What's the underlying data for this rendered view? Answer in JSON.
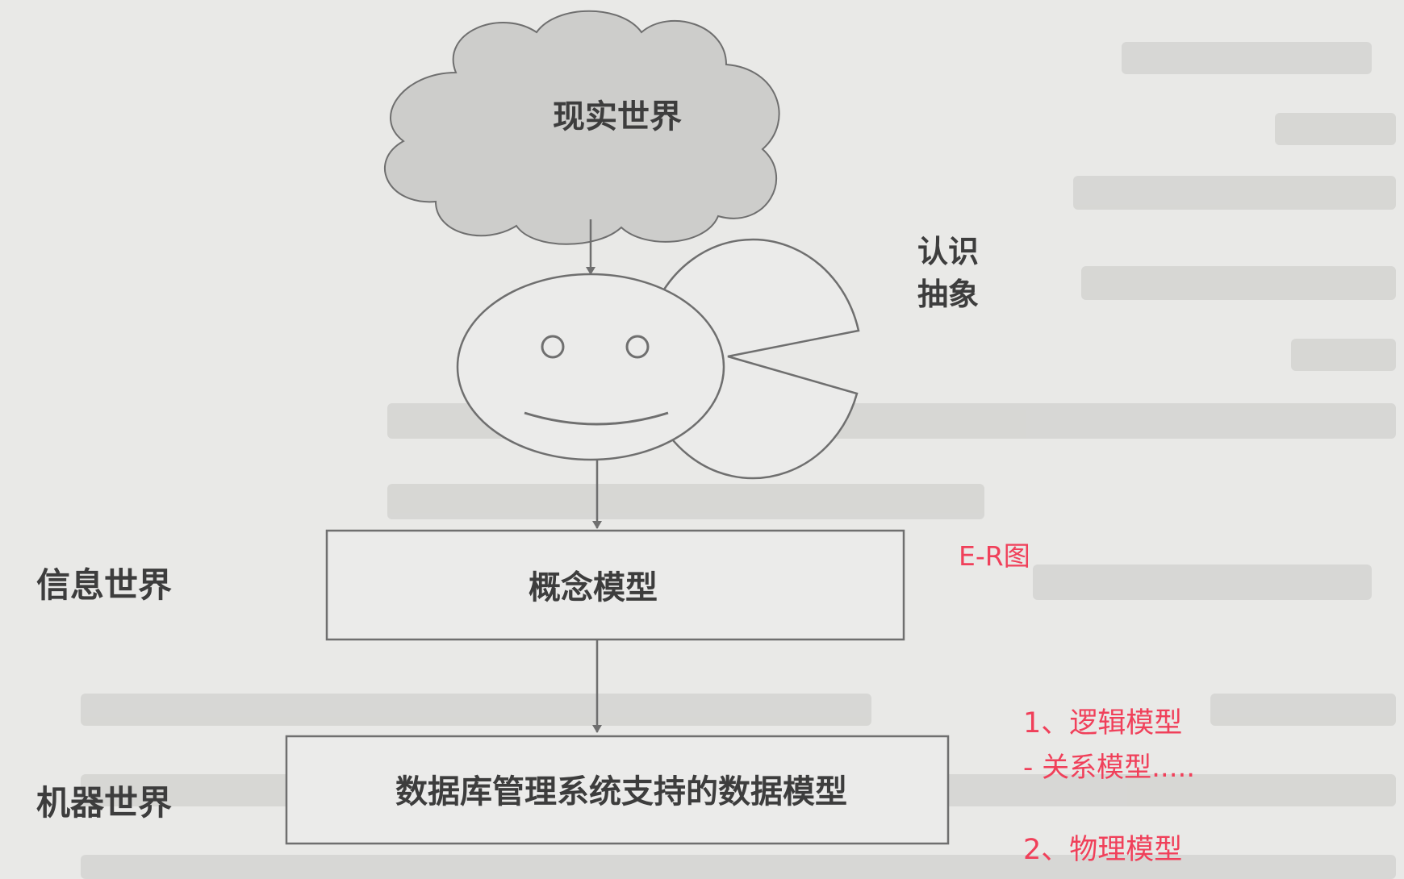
{
  "diagram": {
    "nodes": {
      "real_world": "现实世界",
      "cognition_line1": "认识",
      "cognition_line2": "抽象",
      "conceptual_model": "概念模型",
      "dbms_model": "数据库管理系统支持的数据模型"
    },
    "labels": {
      "info_world": "信息世界",
      "machine_world": "机器世界"
    }
  },
  "annotations": {
    "er": "E-R图",
    "logical": "1、逻辑模型",
    "relational": "- 关系模型.....",
    "physical": "2、物理模型"
  },
  "colors": {
    "background": "#e9e9e7",
    "cloud_fill": "#cdcdcb",
    "line": "#6f6f6f",
    "text": "#3d3d3d",
    "annotation": "#f0405a"
  }
}
